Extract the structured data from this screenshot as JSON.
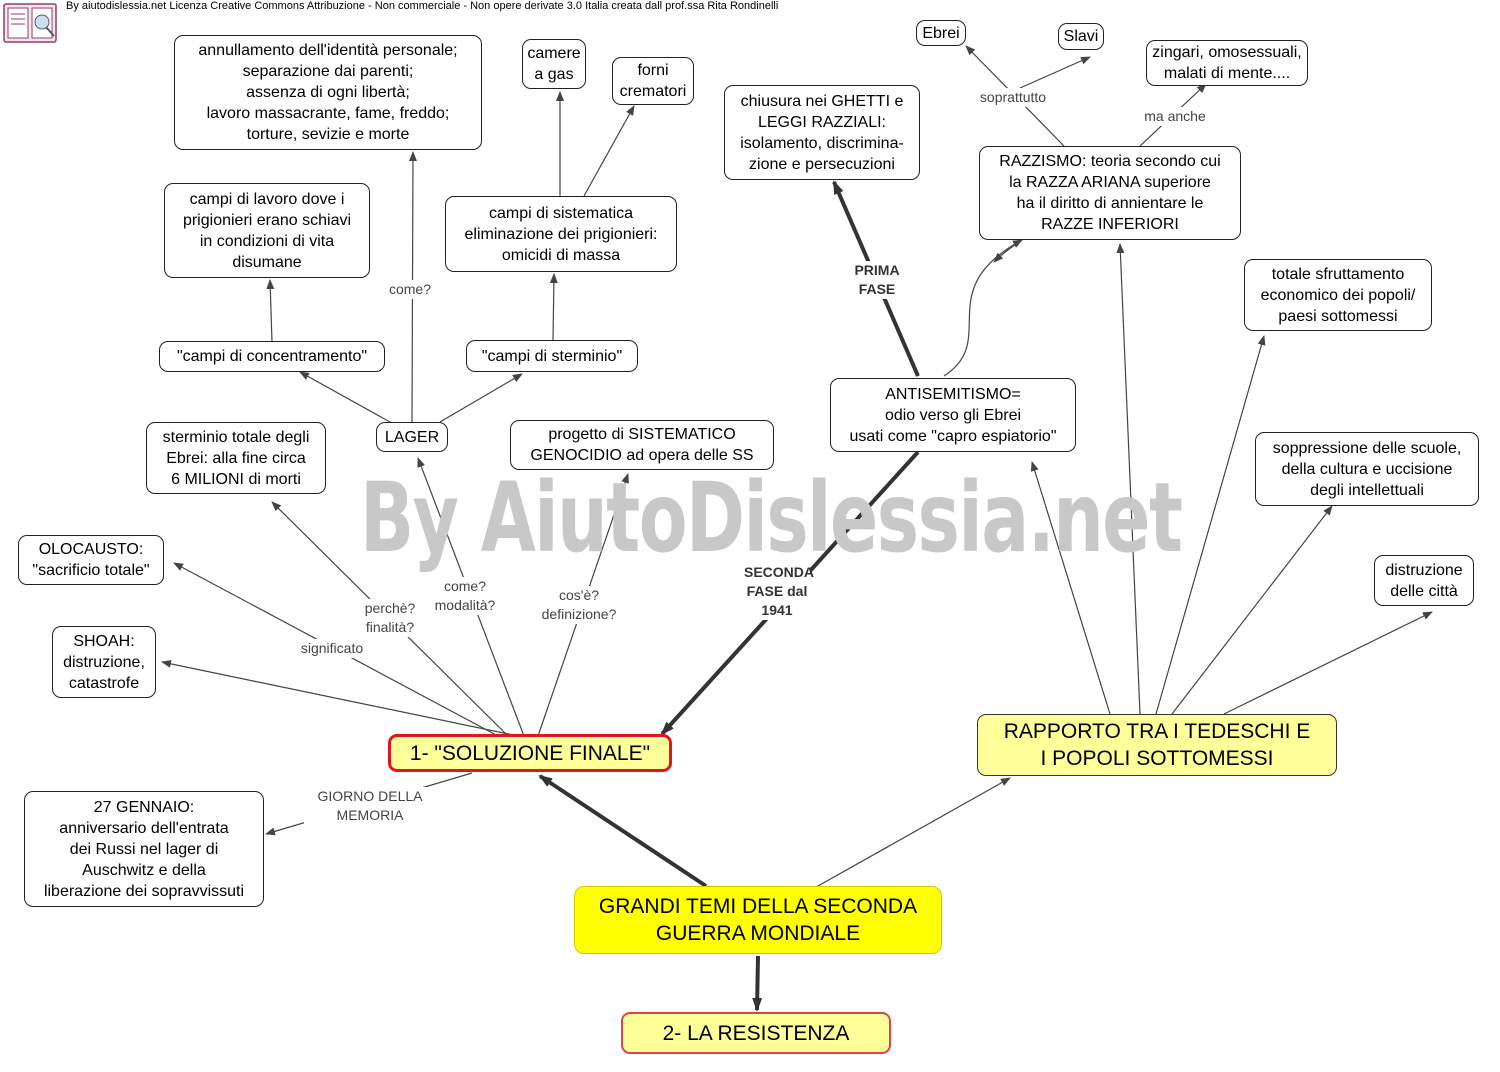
{
  "header": "By aiutodislessia.net Licenza Creative Commons Attribuzione - Non commerciale - Non opere derivate 3.0 Italia creata dall prof.ssa Rita Rondinelli",
  "watermark": "By AiutoDislessia.net",
  "nodes": {
    "grandi_temi": "GRANDI TEMI DELLA SECONDA\nGUERRA MONDIALE",
    "resistenza": "2- LA RESISTENZA",
    "soluzione_finale": "1- \"SOLUZIONE FINALE\"",
    "rapporto": "RAPPORTO TRA I TEDESCHI E\nI POPOLI SOTTOMESSI",
    "gennaio": "27 GENNAIO:\nanniversario dell'entrata\ndei Russi nel lager di\nAuschwitz e della\nliberazione dei sopravvissuti",
    "shoah": "SHOAH:\ndistruzione,\ncatastrofe",
    "olocausto": "OLOCAUSTO:\n\"sacrificio totale\"",
    "sterminio_totale": "sterminio totale degli\nEbrei: alla fine circa\n6 MILIONI di morti",
    "lager": "LAGER",
    "progetto": "progetto di SISTEMATICO\nGENOCIDIO ad opera delle SS",
    "campi_concentramento": "\"campi di concentramento\"",
    "campi_sterminio": "\"campi di sterminio\"",
    "campi_lavoro": "campi di lavoro dove i\nprigionieri erano schiavi\nin condizioni di vita\ndisumane",
    "campi_eliminazione": "campi di sistematica\neliminazione dei prigionieri:\nomicidi di massa",
    "annullamento": "annullamento dell'identità personale;\nseparazione dai parenti;\nassenza di ogni libertà;\nlavoro massacrante, fame, freddo;\ntorture, sevizie e morte",
    "camere_gas": "camere\na gas",
    "forni": "forni\ncrematori",
    "antisemitismo": "ANTISEMITISMO=\nodio verso gli Ebrei\nusati come \"capro espiatorio\"",
    "ghetti": "chiusura nei GHETTI e\nLEGGI RAZZIALI:\nisolamento, discrimina-\nzione e persecuzioni",
    "razzismo": "RAZZISMO: teoria secondo cui\nla RAZZA ARIANA superiore\nha il diritto di annientare le\nRAZZE INFERIORI",
    "ebrei": "Ebrei",
    "slavi": "Slavi",
    "zingari": "zingari, omosessuali,\nmalati di mente....",
    "sfruttamento": "totale sfruttamento\neconomico dei popoli/\npaesi sottomessi",
    "soppressione": "soppressione delle scuole,\ndella cultura e uccisione\ndegli intellettuali",
    "distruzione_citta": "distruzione\ndelle città"
  },
  "labels": {
    "giorno_memoria": "GIORNO DELLA\nMEMORIA",
    "significato": "significato",
    "perche": "perchè?\nfinalità?",
    "come_modalita": "come?\nmodalità?",
    "cose": "cos'è?\ndefinizione?",
    "come": "come?",
    "seconda_fase": "SECONDA\nFASE dal\n1941",
    "prima_fase": "PRIMA\nFASE",
    "soprattutto": "soprattutto",
    "ma_anche": "ma anche"
  },
  "colors": {
    "central_fill": "#ffff00",
    "topic_fill": "#ffff99",
    "highlight_border": "#e0161c",
    "line": "#333333"
  }
}
